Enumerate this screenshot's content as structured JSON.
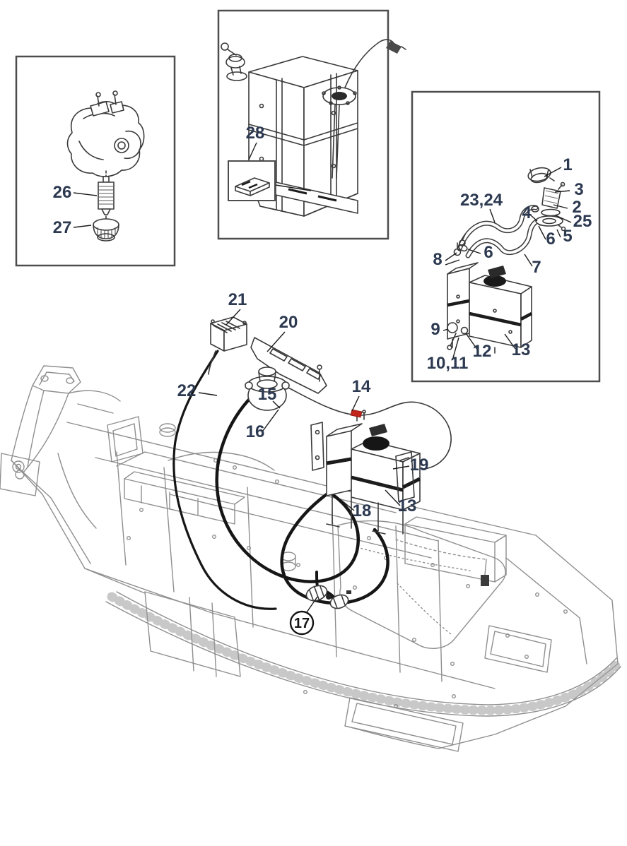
{
  "figure": {
    "kind": "exploded-parts-diagram",
    "description": "Fuel system parts diagram: fuel tanks, filler cap, hoses, filter and mounting hardware shown on an isometric mower chassis, with three inset detail boxes",
    "background": "#ffffff",
    "component_line_color": "#3a3a3a",
    "chassis_line_color": "#8f8f8f",
    "callout_color": "#2c3950",
    "accent_red": "#c3241c"
  },
  "insets": {
    "engine_filter_box": {
      "callout_labels": [
        "26",
        "27"
      ]
    },
    "fuel_tank_box": {
      "callout_labels": [
        "28"
      ]
    },
    "filler_hose_box": {
      "callout_labels": [
        "1",
        "2",
        "3",
        "4",
        "5",
        "6",
        "7",
        "8",
        "9",
        "10,11",
        "12",
        "13",
        "23,24",
        "25"
      ]
    }
  },
  "main_view": {
    "callout_labels": [
      "13",
      "14",
      "15",
      "16",
      "17",
      "18",
      "19",
      "20",
      "21",
      "22"
    ]
  },
  "callouts": {
    "c1": {
      "label": "1"
    },
    "c2": {
      "label": "2"
    },
    "c3": {
      "label": "3"
    },
    "c4": {
      "label": "4"
    },
    "c5": {
      "label": "5"
    },
    "c6_upper": {
      "label": "6"
    },
    "c6_lower": {
      "label": "6"
    },
    "c7": {
      "label": "7"
    },
    "c8": {
      "label": "8"
    },
    "c9": {
      "label": "9"
    },
    "c10_11": {
      "label": "10,11"
    },
    "c12": {
      "label": "12"
    },
    "c13_inset": {
      "label": "13"
    },
    "c13_main": {
      "label": "13"
    },
    "c14": {
      "label": "14"
    },
    "c15": {
      "label": "15"
    },
    "c16": {
      "label": "16"
    },
    "c17": {
      "label": "17"
    },
    "c18": {
      "label": "18"
    },
    "c19": {
      "label": "19"
    },
    "c20": {
      "label": "20"
    },
    "c21": {
      "label": "21"
    },
    "c22": {
      "label": "22"
    },
    "c23_24": {
      "label": "23,24"
    },
    "c25": {
      "label": "25"
    },
    "c26": {
      "label": "26"
    },
    "c27": {
      "label": "27"
    },
    "c28": {
      "label": "28"
    }
  }
}
